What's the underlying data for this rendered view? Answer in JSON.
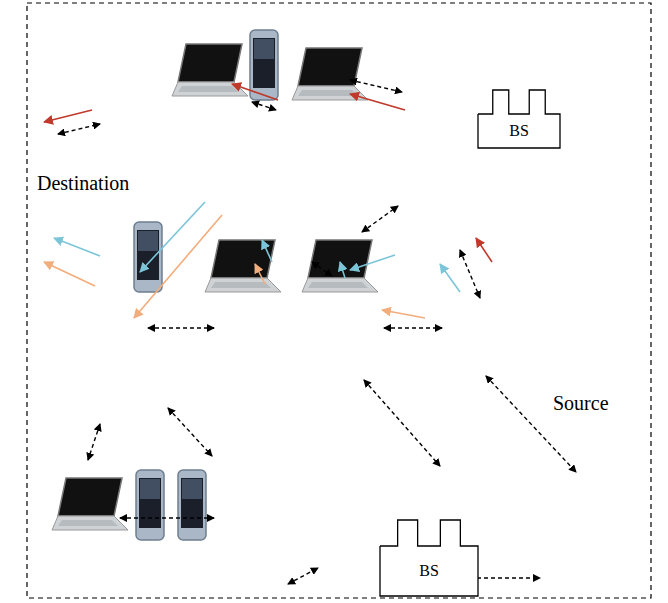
{
  "diagram": {
    "nodes": [
      {
        "text": [
          "BS"
        ]
      },
      {
        "text": [
          "BS"
        ]
      }
    ],
    "labels": [
      "Destination",
      "Source"
    ]
  }
}
